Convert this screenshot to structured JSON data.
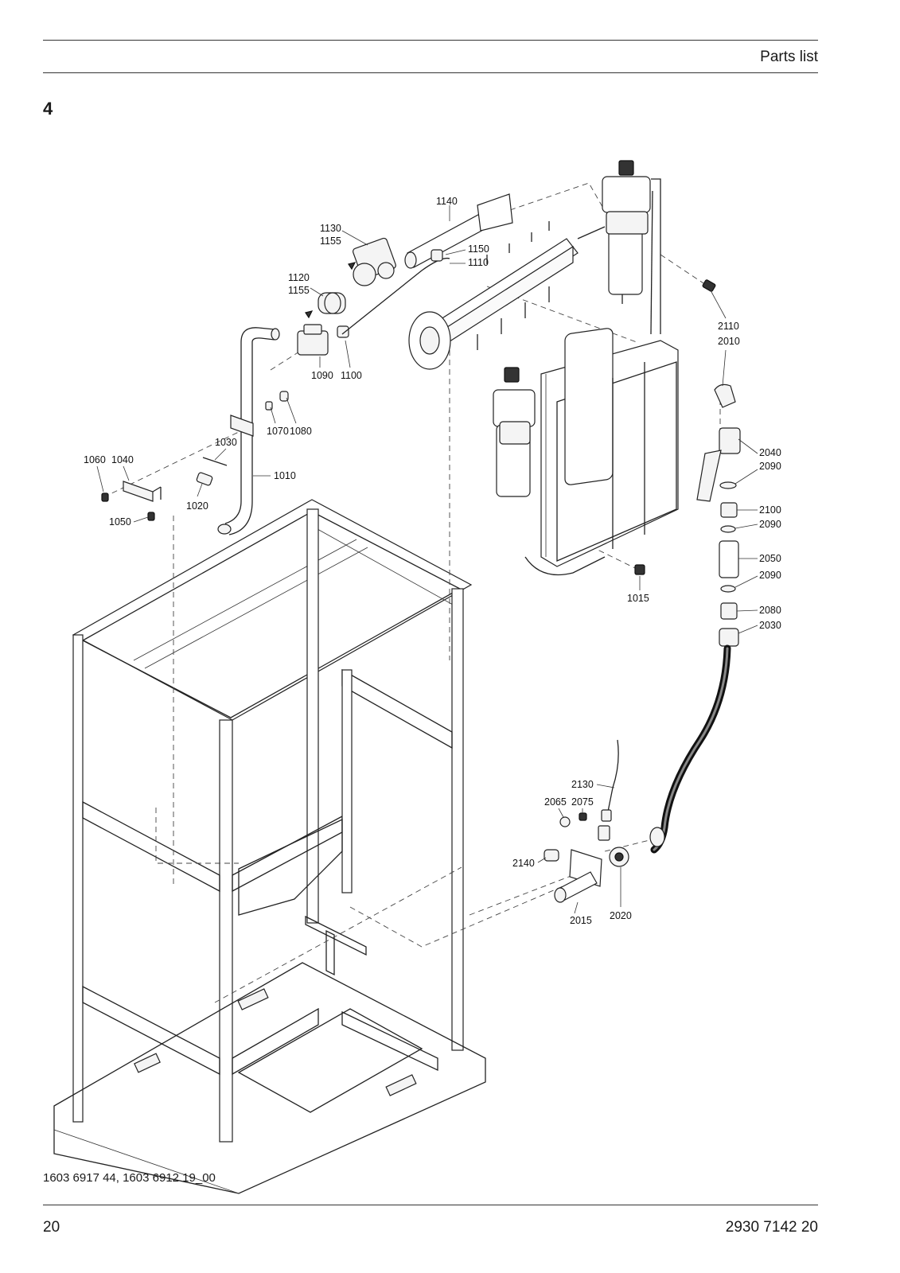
{
  "header": {
    "title": "Parts list"
  },
  "section": {
    "number": "4"
  },
  "figure": {
    "caption": "1603 6917 44, 1603 6912 19_00",
    "callouts": [
      "1140",
      "1130",
      "1155",
      "1150",
      "1110",
      "1120",
      "1155",
      "1090",
      "1100",
      "2110",
      "2010",
      "1070",
      "1080",
      "1030",
      "1060",
      "1040",
      "1010",
      "1020",
      "1050",
      "2040",
      "2090",
      "2100",
      "2090",
      "2050",
      "2090",
      "1015",
      "2080",
      "2030",
      "2130",
      "2065",
      "2075",
      "2140",
      "2015",
      "2020"
    ]
  },
  "footer": {
    "page": "20",
    "doc_number": "2930 7142 20"
  }
}
